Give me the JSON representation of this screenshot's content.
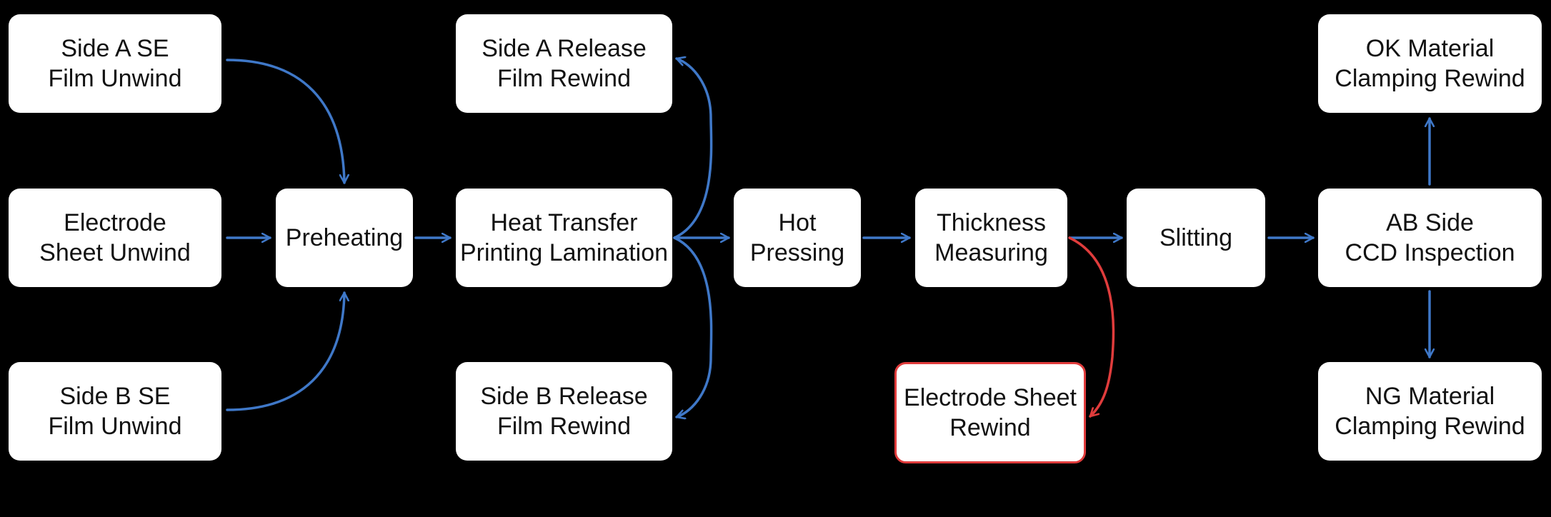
{
  "colors": {
    "background": "#000000",
    "node_fill": "#ffffff",
    "flow_arrow": "#3f78c8",
    "reject_arrow": "#e03c3c",
    "text": "#111111"
  },
  "nodes": {
    "side_a_se_film_unwind": [
      "Side A SE",
      "Film Unwind"
    ],
    "electrode_sheet_unwind": [
      "Electrode",
      "Sheet Unwind"
    ],
    "side_b_se_film_unwind": [
      "Side B SE",
      "Film Unwind"
    ],
    "preheating": [
      "Preheating"
    ],
    "side_a_release_film_rewind": [
      "Side A Release",
      "Film Rewind"
    ],
    "heat_transfer_printing_lamination": [
      "Heat Transfer",
      "Printing Lamination"
    ],
    "side_b_release_film_rewind": [
      "Side B Release",
      "Film Rewind"
    ],
    "hot_pressing": [
      "Hot",
      "Pressing"
    ],
    "thickness_measuring": [
      "Thickness",
      "Measuring"
    ],
    "electrode_sheet_rewind": [
      "Electrode Sheet",
      "Rewind"
    ],
    "slitting": [
      "Slitting"
    ],
    "ok_material_clamping_rewind": [
      "OK Material",
      "Clamping Rewind"
    ],
    "ab_side_ccd_inspection": [
      "AB Side",
      "CCD Inspection"
    ],
    "ng_material_clamping_rewind": [
      "NG Material",
      "Clamping Rewind"
    ]
  },
  "connections": [
    {
      "from": "side_a_se_film_unwind",
      "to": "preheating",
      "kind": "flow"
    },
    {
      "from": "electrode_sheet_unwind",
      "to": "preheating",
      "kind": "flow"
    },
    {
      "from": "side_b_se_film_unwind",
      "to": "preheating",
      "kind": "flow"
    },
    {
      "from": "preheating",
      "to": "heat_transfer_printing_lamination",
      "kind": "flow"
    },
    {
      "from": "heat_transfer_printing_lamination",
      "to": "side_a_release_film_rewind",
      "kind": "flow"
    },
    {
      "from": "heat_transfer_printing_lamination",
      "to": "side_b_release_film_rewind",
      "kind": "flow"
    },
    {
      "from": "heat_transfer_printing_lamination",
      "to": "hot_pressing",
      "kind": "flow"
    },
    {
      "from": "hot_pressing",
      "to": "thickness_measuring",
      "kind": "flow"
    },
    {
      "from": "thickness_measuring",
      "to": "slitting",
      "kind": "flow"
    },
    {
      "from": "thickness_measuring",
      "to": "electrode_sheet_rewind",
      "kind": "reject"
    },
    {
      "from": "slitting",
      "to": "ab_side_ccd_inspection",
      "kind": "flow"
    },
    {
      "from": "ab_side_ccd_inspection",
      "to": "ok_material_clamping_rewind",
      "kind": "flow"
    },
    {
      "from": "ab_side_ccd_inspection",
      "to": "ng_material_clamping_rewind",
      "kind": "flow"
    }
  ]
}
